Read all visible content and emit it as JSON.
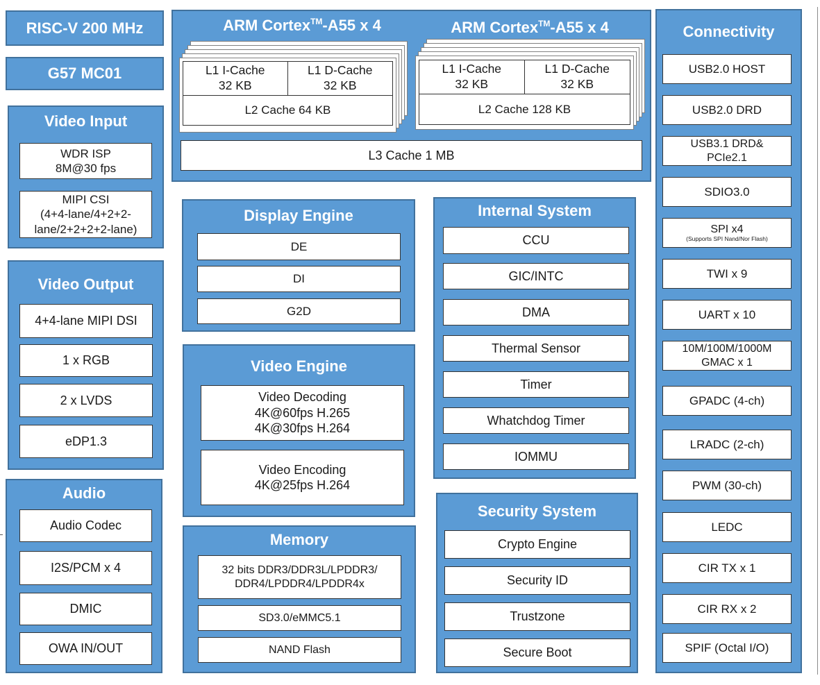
{
  "colors": {
    "block_fill": "#5b9bd5",
    "block_border": "#41719c",
    "cell_border": "#333333",
    "text": "#1a1a1a"
  },
  "standalone": {
    "riscv": "RISC-V 200 MHz",
    "gpu": "G57 MC01"
  },
  "video_input": {
    "title": "Video Input",
    "items": [
      "WDR ISP\n8M@30 fps",
      "MIPI CSI\n(4+4-lane/4+2+2-\nlane/2+2+2+2-lane)"
    ]
  },
  "video_output": {
    "title": "Video Output",
    "items": [
      "4+4-lane MIPI DSI",
      "1 x RGB",
      "2 x LVDS",
      "eDP1.3"
    ]
  },
  "audio": {
    "title": "Audio",
    "items": [
      "Audio Codec",
      "I2S/PCM x 4",
      "DMIC",
      "OWA IN/OUT"
    ]
  },
  "cpu": {
    "clusters": [
      {
        "title_main": "ARM Cortex",
        "title_sup": "TM",
        "title_tail": "-A55 x 4",
        "l1_icache": "L1 I-Cache\n32 KB",
        "l1_dcache": "L1 D-Cache\n32 KB",
        "l2_cache": "L2 Cache 64 KB"
      },
      {
        "title_main": "ARM Cortex",
        "title_sup": "TM",
        "title_tail": "-A55 x 4",
        "l1_icache": "L1 I-Cache\n32 KB",
        "l1_dcache": "L1 D-Cache\n32 KB",
        "l2_cache": "L2 Cache 128 KB"
      }
    ],
    "l3_cache": "L3 Cache 1 MB"
  },
  "display_engine": {
    "title": "Display Engine",
    "items": [
      "DE",
      "DI",
      "G2D"
    ]
  },
  "video_engine": {
    "title": "Video Engine",
    "items": [
      "Video Decoding\n4K@60fps H.265\n4K@30fps H.264",
      "Video Encoding\n4K@25fps H.264"
    ]
  },
  "memory": {
    "title": "Memory",
    "items": [
      "32 bits DDR3/DDR3L/LPDDR3/\nDDR4/LPDDR4/LPDDR4x",
      "SD3.0/eMMC5.1",
      "NAND Flash"
    ]
  },
  "internal_system": {
    "title": "Internal System",
    "items": [
      "CCU",
      "GIC/INTC",
      "DMA",
      "Thermal Sensor",
      "Timer",
      "Whatchdog Timer",
      "IOMMU"
    ]
  },
  "security_system": {
    "title": "Security System",
    "items": [
      "Crypto Engine",
      "Security ID",
      "Trustzone",
      "Secure Boot"
    ]
  },
  "connectivity": {
    "title": "Connectivity",
    "items": [
      "USB2.0 HOST",
      "USB2.0 DRD",
      "USB3.1 DRD&\nPCIe2.1",
      "SDIO3.0",
      "SPI x4",
      "TWI x 9",
      "UART x 10",
      "10M/100M/1000M\nGMAC x 1",
      "GPADC (4-ch)",
      "LRADC (2-ch)",
      "PWM (30-ch)",
      "LEDC",
      "CIR TX x 1",
      "CIR RX x 2",
      "SPIF (Octal I/O)"
    ],
    "spi_note": "(Supports SPI Nand/Nor Flash)"
  }
}
